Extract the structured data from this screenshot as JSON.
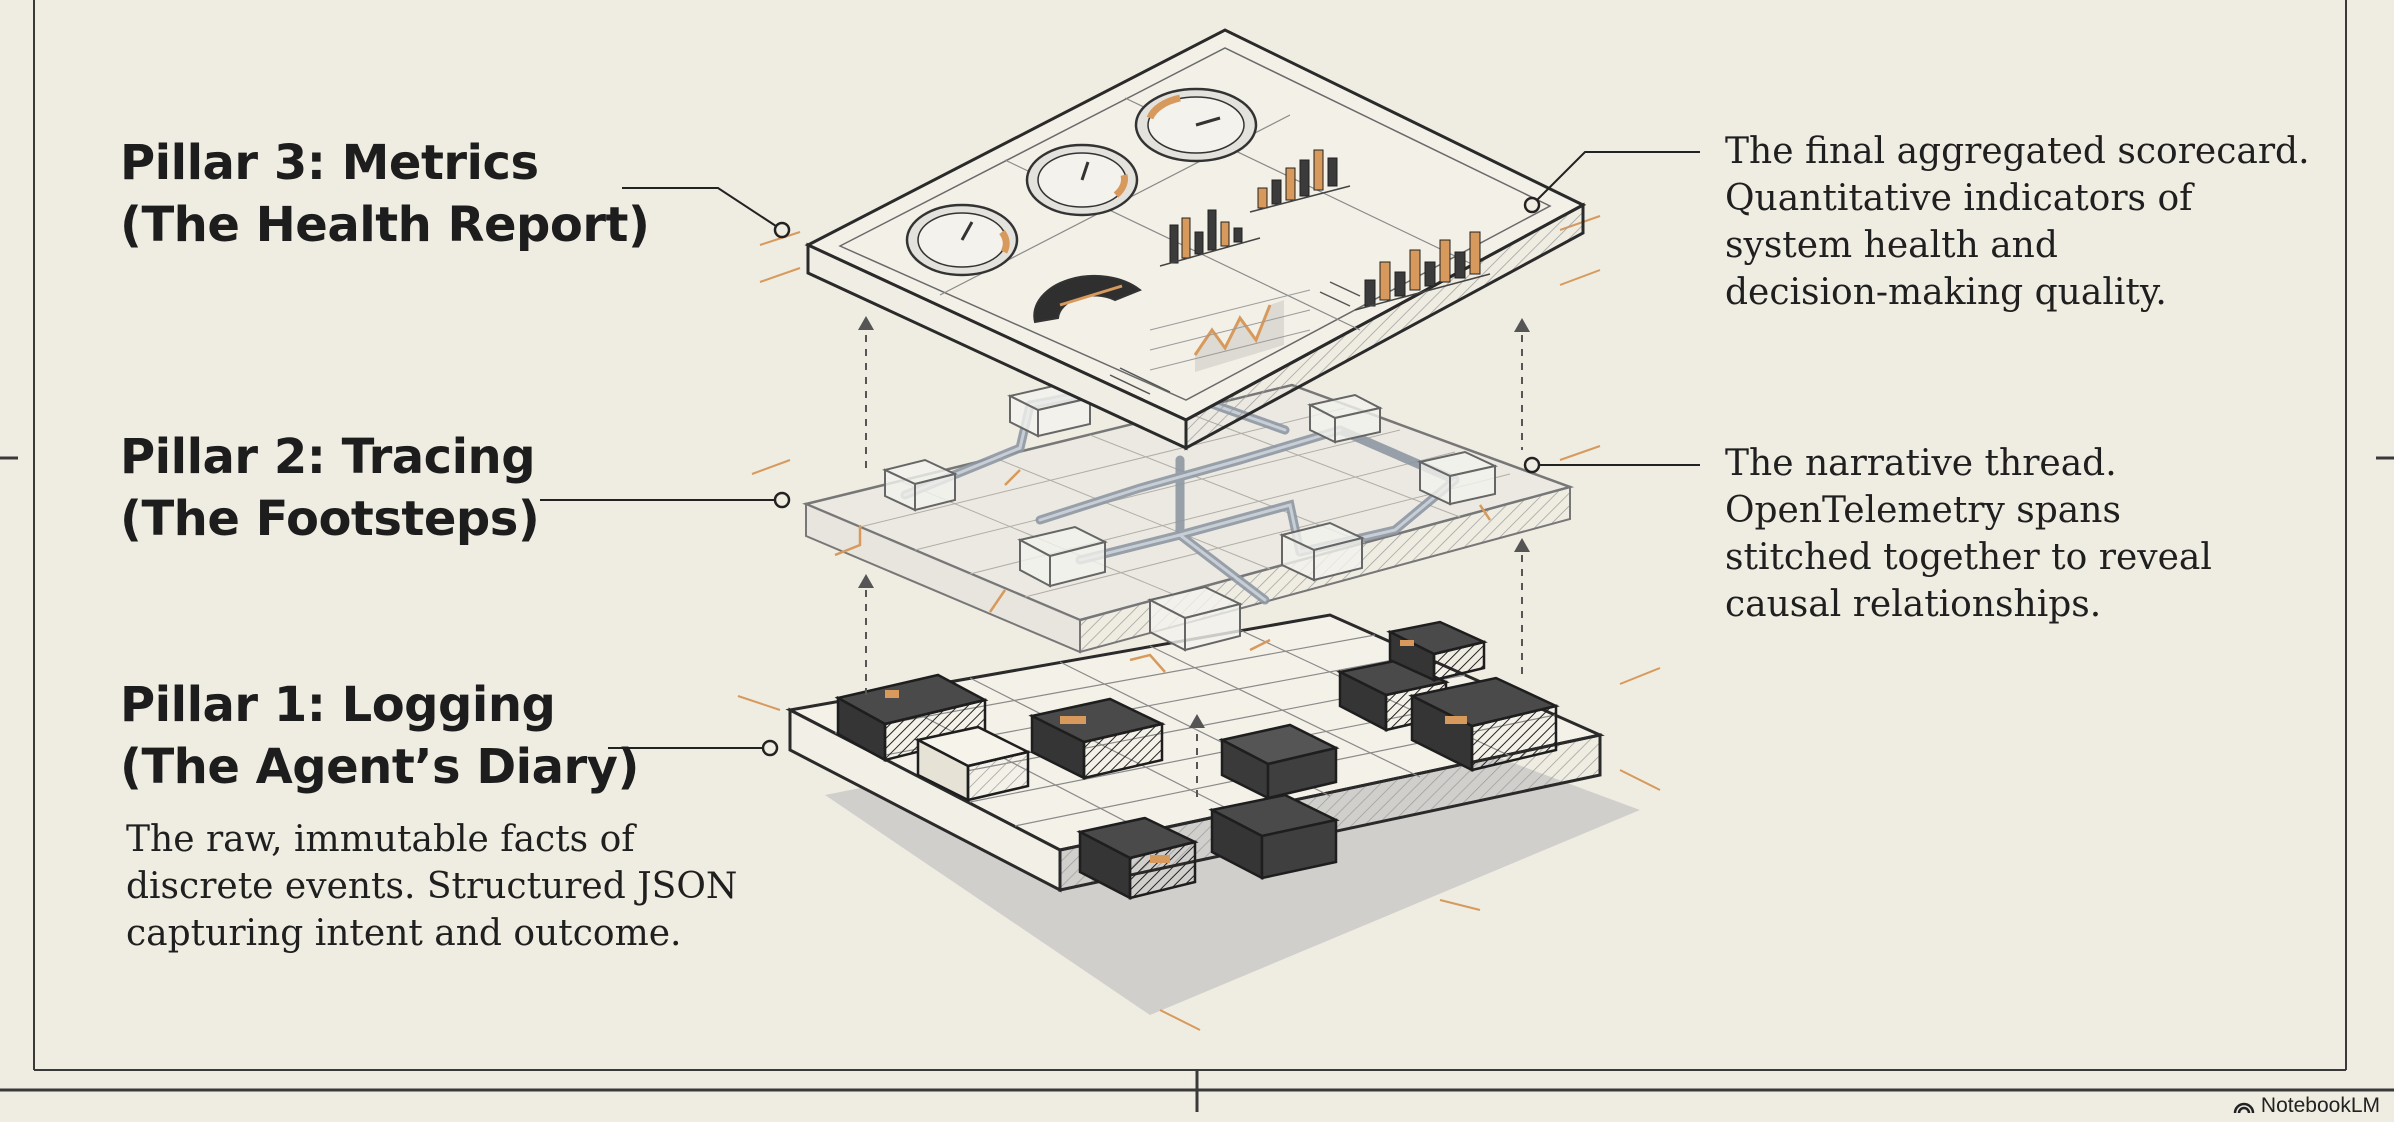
{
  "pillars": [
    {
      "title_line1": "Pillar 3: Metrics",
      "title_line2": "(The Health Report)",
      "desc_lines": [
        "The final aggregated scorecard.",
        "Quantitative indicators of",
        "system health and",
        "decision-making quality."
      ]
    },
    {
      "title_line1": "Pillar 2: Tracing",
      "title_line2": "(The Footsteps)",
      "desc_lines": [
        "The narrative thread.",
        "OpenTelemetry spans",
        "stitched together to reveal",
        "causal relationships."
      ]
    },
    {
      "title_line1": "Pillar 1: Logging",
      "title_line2": "(The Agent’s Diary)",
      "desc_lines": [
        "The raw, immutable facts of",
        "discrete events. Structured JSON",
        "capturing intent and outcome."
      ]
    }
  ],
  "brand": {
    "label": "NotebookLM",
    "icon": "notebooklm-logo-icon"
  },
  "colors": {
    "background": "#efece1",
    "ink": "#2a2a2a",
    "accent": "#d79a5c",
    "dark_block": "#3c3c3c"
  }
}
